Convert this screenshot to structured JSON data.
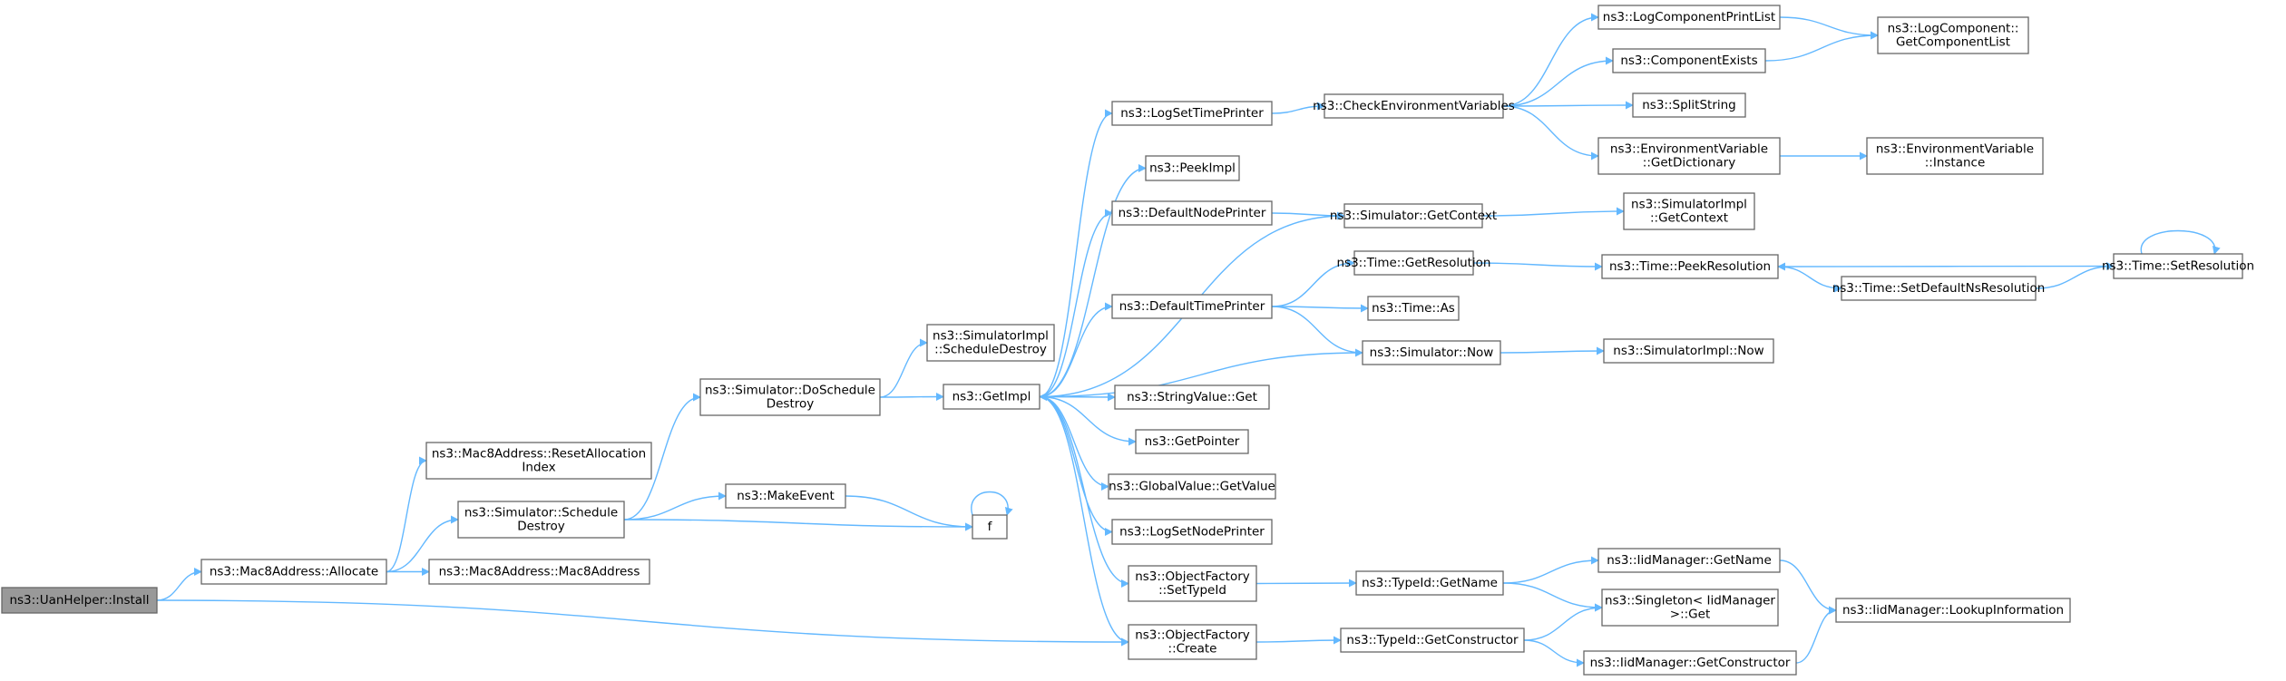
{
  "graph": {
    "nodes": [
      {
        "id": "install",
        "lines": [
          "ns3::UanHelper::Install"
        ],
        "root": true
      },
      {
        "id": "allocate",
        "lines": [
          "ns3::Mac8Address::Allocate"
        ]
      },
      {
        "id": "create",
        "lines": [
          "ns3::ObjectFactory",
          "::Create"
        ]
      },
      {
        "id": "resetalloc",
        "lines": [
          "ns3::Mac8Address::ResetAllocation",
          "Index"
        ]
      },
      {
        "id": "schedule",
        "lines": [
          "ns3::Simulator::Schedule",
          "Destroy"
        ]
      },
      {
        "id": "mac8ctor",
        "lines": [
          "ns3::Mac8Address::Mac8Address"
        ]
      },
      {
        "id": "doschedule",
        "lines": [
          "ns3::Simulator::DoSchedule",
          "Destroy"
        ]
      },
      {
        "id": "makeevent",
        "lines": [
          "ns3::MakeEvent"
        ]
      },
      {
        "id": "f",
        "lines": [
          "f"
        ]
      },
      {
        "id": "implsched",
        "lines": [
          "ns3::SimulatorImpl",
          "::ScheduleDestroy"
        ]
      },
      {
        "id": "getimpl",
        "lines": [
          "ns3::GetImpl"
        ]
      },
      {
        "id": "logsettime",
        "lines": [
          "ns3::LogSetTimePrinter"
        ]
      },
      {
        "id": "peekimpl",
        "lines": [
          "ns3::PeekImpl"
        ]
      },
      {
        "id": "defnode",
        "lines": [
          "ns3::DefaultNodePrinter"
        ]
      },
      {
        "id": "deftime",
        "lines": [
          "ns3::DefaultTimePrinter"
        ]
      },
      {
        "id": "strget",
        "lines": [
          "ns3::StringValue::Get"
        ]
      },
      {
        "id": "getptr",
        "lines": [
          "ns3::GetPointer"
        ]
      },
      {
        "id": "gvget",
        "lines": [
          "ns3::GlobalValue::GetValue"
        ]
      },
      {
        "id": "logsetnode",
        "lines": [
          "ns3::LogSetNodePrinter"
        ]
      },
      {
        "id": "settypeid",
        "lines": [
          "ns3::ObjectFactory",
          "::SetTypeId"
        ]
      },
      {
        "id": "checkenv",
        "lines": [
          "ns3::CheckEnvironmentVariables"
        ]
      },
      {
        "id": "getctx",
        "lines": [
          "ns3::Simulator::GetContext"
        ]
      },
      {
        "id": "getres",
        "lines": [
          "ns3::Time::GetResolution"
        ]
      },
      {
        "id": "timeas",
        "lines": [
          "ns3::Time::As"
        ]
      },
      {
        "id": "simnow",
        "lines": [
          "ns3::Simulator::Now"
        ]
      },
      {
        "id": "getname",
        "lines": [
          "ns3::TypeId::GetName"
        ]
      },
      {
        "id": "getctor",
        "lines": [
          "ns3::TypeId::GetConstructor"
        ]
      },
      {
        "id": "logcpl",
        "lines": [
          "ns3::LogComponentPrintList"
        ]
      },
      {
        "id": "compexists",
        "lines": [
          "ns3::ComponentExists"
        ]
      },
      {
        "id": "splitstr",
        "lines": [
          "ns3::SplitString"
        ]
      },
      {
        "id": "envdict",
        "lines": [
          "ns3::EnvironmentVariable",
          "::GetDictionary"
        ]
      },
      {
        "id": "implctx",
        "lines": [
          "ns3::SimulatorImpl",
          "::GetContext"
        ]
      },
      {
        "id": "peekres",
        "lines": [
          "ns3::Time::PeekResolution"
        ]
      },
      {
        "id": "setdefns",
        "lines": [
          "ns3::Time::SetDefaultNsResolution"
        ]
      },
      {
        "id": "implnow",
        "lines": [
          "ns3::SimulatorImpl::Now"
        ]
      },
      {
        "id": "iidname",
        "lines": [
          "ns3::IidManager::GetName"
        ]
      },
      {
        "id": "singleton",
        "lines": [
          "ns3::Singleton< IidManager",
          ">::Get"
        ]
      },
      {
        "id": "iidctor",
        "lines": [
          "ns3::IidManager::GetConstructor"
        ]
      },
      {
        "id": "lcgetlist",
        "lines": [
          "ns3::LogComponent::",
          "GetComponentList"
        ]
      },
      {
        "id": "envinst",
        "lines": [
          "ns3::EnvironmentVariable",
          "::Instance"
        ]
      },
      {
        "id": "setres",
        "lines": [
          "ns3::Time::SetResolution"
        ]
      },
      {
        "id": "lookup",
        "lines": [
          "ns3::IidManager::LookupInformation"
        ]
      }
    ],
    "edges": [
      [
        "install",
        "allocate"
      ],
      [
        "install",
        "create"
      ],
      [
        "allocate",
        "resetalloc"
      ],
      [
        "allocate",
        "schedule"
      ],
      [
        "allocate",
        "mac8ctor"
      ],
      [
        "schedule",
        "doschedule"
      ],
      [
        "schedule",
        "makeevent"
      ],
      [
        "schedule",
        "f"
      ],
      [
        "makeevent",
        "f"
      ],
      [
        "f",
        "f"
      ],
      [
        "doschedule",
        "implsched"
      ],
      [
        "doschedule",
        "getimpl"
      ],
      [
        "getimpl",
        "logsettime"
      ],
      [
        "getimpl",
        "peekimpl"
      ],
      [
        "getimpl",
        "defnode"
      ],
      [
        "getimpl",
        "deftime"
      ],
      [
        "getimpl",
        "strget"
      ],
      [
        "getimpl",
        "getptr"
      ],
      [
        "getimpl",
        "gvget"
      ],
      [
        "getimpl",
        "logsetnode"
      ],
      [
        "getimpl",
        "settypeid"
      ],
      [
        "getimpl",
        "create"
      ],
      [
        "logsettime",
        "checkenv"
      ],
      [
        "checkenv",
        "logcpl"
      ],
      [
        "checkenv",
        "compexists"
      ],
      [
        "checkenv",
        "splitstr"
      ],
      [
        "checkenv",
        "envdict"
      ],
      [
        "logcpl",
        "lcgetlist"
      ],
      [
        "compexists",
        "lcgetlist"
      ],
      [
        "envdict",
        "envinst"
      ],
      [
        "defnode",
        "getctx"
      ],
      [
        "getctx",
        "getimpl"
      ],
      [
        "getctx",
        "implctx"
      ],
      [
        "deftime",
        "getres"
      ],
      [
        "deftime",
        "timeas"
      ],
      [
        "deftime",
        "simnow"
      ],
      [
        "getres",
        "peekres"
      ],
      [
        "simnow",
        "getimpl"
      ],
      [
        "simnow",
        "implnow"
      ],
      [
        "peekres",
        "setdefns"
      ],
      [
        "setdefns",
        "setres"
      ],
      [
        "setres",
        "peekres"
      ],
      [
        "setres",
        "setres"
      ],
      [
        "settypeid",
        "getname"
      ],
      [
        "getname",
        "iidname"
      ],
      [
        "getname",
        "singleton"
      ],
      [
        "create",
        "getctor"
      ],
      [
        "getctor",
        "singleton"
      ],
      [
        "getctor",
        "iidctor"
      ],
      [
        "iidname",
        "lookup"
      ],
      [
        "iidctor",
        "lookup"
      ]
    ]
  }
}
